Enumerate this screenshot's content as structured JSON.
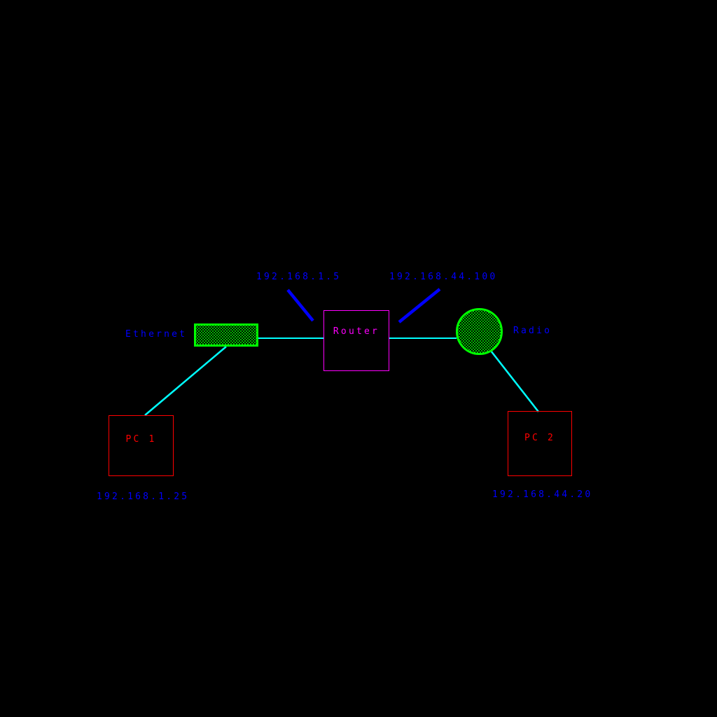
{
  "diagram": {
    "title": "PC to PC via router network diagram",
    "background": "#000000",
    "colors": {
      "label_blue": "#0000ff",
      "link_cyan": "#00ffff",
      "device_green": "#00ff00",
      "router_magenta": "#ff00ff",
      "pc_red": "#ff0000"
    },
    "nodes": {
      "ethernet": {
        "label": "Ethernet",
        "shape": "hatched-rectangle"
      },
      "router": {
        "label": "Router",
        "shape": "rectangle"
      },
      "radio": {
        "label": "Radio",
        "shape": "hatched-circle"
      },
      "pc1": {
        "label": "PC 1",
        "ip": "192.168.1.25",
        "shape": "rectangle"
      },
      "pc2": {
        "label": "PC 2",
        "ip": "192.168.44.20",
        "shape": "rectangle"
      }
    },
    "router_interfaces": {
      "ethernet_side_ip": "192.168.1.5",
      "radio_side_ip": "192.168.44.100"
    },
    "links": [
      {
        "from": "pc1",
        "to": "ethernet"
      },
      {
        "from": "ethernet",
        "to": "router"
      },
      {
        "from": "router",
        "to": "radio"
      },
      {
        "from": "radio",
        "to": "pc2"
      }
    ]
  }
}
